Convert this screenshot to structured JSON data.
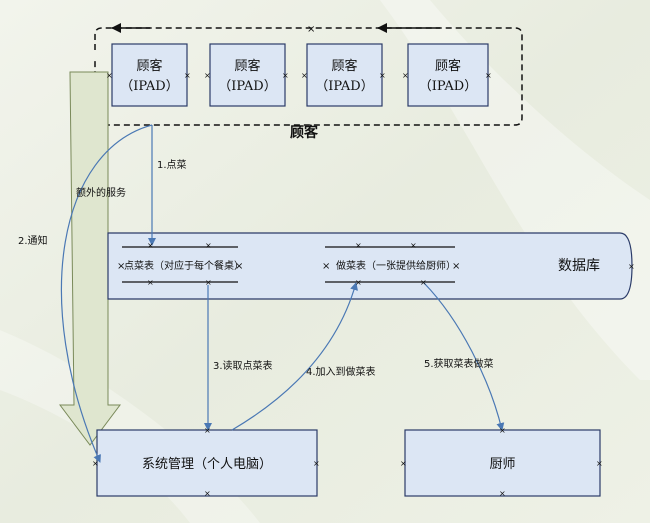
{
  "customers": {
    "group_label": "顾客",
    "devices": [
      {
        "line1": "顾客",
        "line2": "（IPAD）"
      },
      {
        "line1": "顾客",
        "line2": "（IPAD）"
      },
      {
        "line1": "顾客",
        "line2": "（IPAD）"
      },
      {
        "line1": "顾客",
        "line2": "（IPAD）"
      }
    ]
  },
  "database": {
    "label": "数据库",
    "order_table": "点菜表（对应于每个餐桌）",
    "cook_table": "做菜表（一张提供给厨师）"
  },
  "nodes": {
    "system": "系统管理（个人电脑）",
    "chef": "厨师"
  },
  "flows": {
    "order": "1.点菜",
    "notify": "2.通知",
    "read_order": "3.读取点菜表",
    "add_cook": "4.加入到做菜表",
    "fetch_cook": "5.获取菜表做菜",
    "extra_service": "额外的服务"
  },
  "colors": {
    "box_fill": "#dce6f4",
    "box_stroke": "#2b3b68",
    "flow_line": "#4a78b4",
    "big_arrow_fill": "#dfe6cf"
  }
}
